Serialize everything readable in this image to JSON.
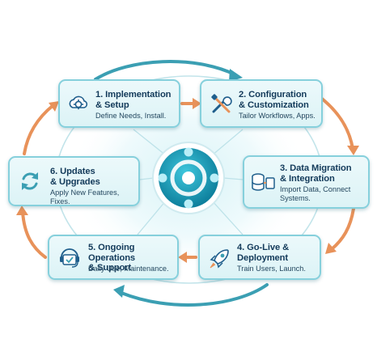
{
  "steps": [
    {
      "number_title": "1. Implementation\n& Setup",
      "description": "Define Needs, Install.",
      "icon": "gear-cloud-icon"
    },
    {
      "number_title": "2. Configuration\n& Customization",
      "description": "Tailor Workflows, Apps.",
      "icon": "tools-icon"
    },
    {
      "number_title": "3. Data Migration\n& Integration",
      "description": "Import Data, Connect\nSystems.",
      "icon": "database-icon"
    },
    {
      "number_title": "4. Go-Live &\nDeployment",
      "description": "Train Users, Launch.",
      "icon": "rocket-icon"
    },
    {
      "number_title": "5. Ongoing Operations\n& Support",
      "description": "Daily Use, Maintenance.",
      "icon": "headset-icon"
    },
    {
      "number_title": "6. Updates\n& Upgrades",
      "description": "Apply New Features, Fixes.",
      "icon": "sync-icon"
    }
  ],
  "center": {
    "icon": "dynamics-business-central-logo"
  },
  "colors": {
    "card_border": "#86d0dc",
    "card_fill": "#e4f6f8",
    "title_text": "#133a5a",
    "icon_stroke": "#1f5e8c",
    "arrow_teal": "#3b9fb3",
    "arrow_orange": "#e8925a",
    "center_teal": "#1aa3bd"
  }
}
